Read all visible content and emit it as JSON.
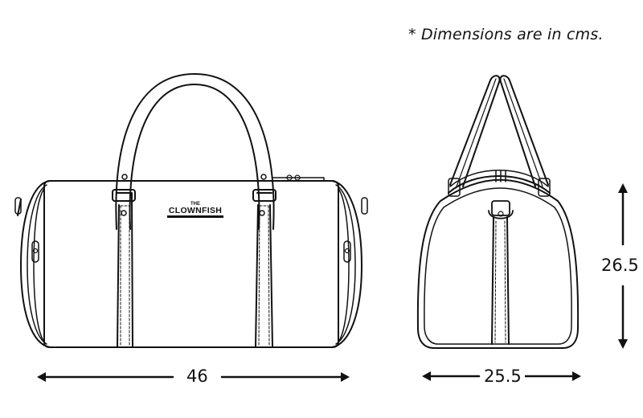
{
  "note": "* Dimensions are in cms.",
  "front_view": {
    "brand_prefix": "THE",
    "brand_name": "CLOWNFISH",
    "width_label": "46"
  },
  "side_view": {
    "width_label": "25.5",
    "height_label": "26.5"
  },
  "colors": {
    "line": "#111111",
    "background": "#ffffff"
  }
}
